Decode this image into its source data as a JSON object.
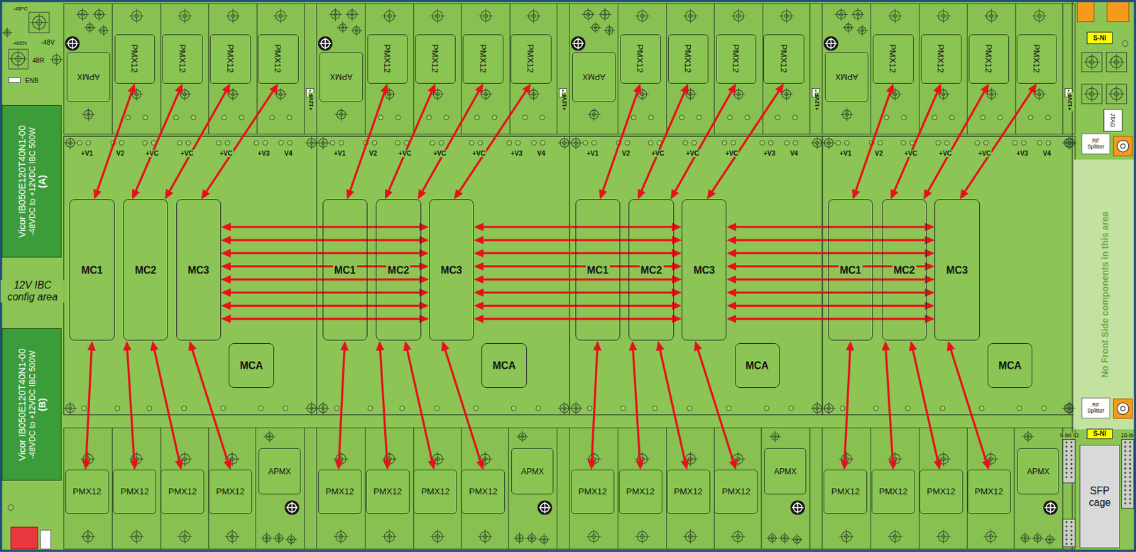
{
  "diagram": {
    "nodes": [
      {
        "text": [
          "APMX"
        ]
      },
      {
        "text": [
          "PMX12"
        ]
      },
      {
        "text": [
          "PMX12"
        ]
      },
      {
        "text": [
          "PMX12"
        ]
      },
      {
        "text": [
          "PMX12"
        ]
      },
      {
        "text": [
          "APMX"
        ]
      },
      {
        "text": [
          "PMX12"
        ]
      },
      {
        "text": [
          "PMX12"
        ]
      },
      {
        "text": [
          "PMX12"
        ]
      },
      {
        "text": [
          "PMX12"
        ]
      },
      {
        "text": [
          "APMX"
        ]
      },
      {
        "text": [
          "PMX12"
        ]
      },
      {
        "text": [
          "PMX12"
        ]
      },
      {
        "text": [
          "PMX12"
        ]
      },
      {
        "text": [
          "PMX12"
        ]
      },
      {
        "text": [
          "APMX"
        ]
      },
      {
        "text": [
          "PMX12"
        ]
      },
      {
        "text": [
          "PMX12"
        ]
      },
      {
        "text": [
          "PMX12"
        ]
      },
      {
        "text": [
          "PMX12"
        ]
      },
      {
        "text": [
          "MC1"
        ]
      },
      {
        "text": [
          "MC2"
        ]
      },
      {
        "text": [
          "MC3"
        ]
      },
      {
        "text": [
          "MCA"
        ]
      },
      {
        "text": [
          "MC1"
        ]
      },
      {
        "text": [
          "MC2"
        ]
      },
      {
        "text": [
          "MC3"
        ]
      },
      {
        "text": [
          "MCA"
        ]
      },
      {
        "text": [
          "MC1"
        ]
      },
      {
        "text": [
          "MC2"
        ]
      },
      {
        "text": [
          "MC3"
        ]
      },
      {
        "text": [
          "MCA"
        ]
      },
      {
        "text": [
          "MC1"
        ]
      },
      {
        "text": [
          "MC2"
        ]
      },
      {
        "text": [
          "MC3"
        ]
      },
      {
        "text": [
          "MCA"
        ]
      },
      {
        "text": [
          "PMX12"
        ]
      },
      {
        "text": [
          "PMX12"
        ]
      },
      {
        "text": [
          "PMX12"
        ]
      },
      {
        "text": [
          "PMX12"
        ]
      },
      {
        "text": [
          "APMX"
        ]
      },
      {
        "text": [
          "PMX12"
        ]
      },
      {
        "text": [
          "PMX12"
        ]
      },
      {
        "text": [
          "PMX12"
        ]
      },
      {
        "text": [
          "PMX12"
        ]
      },
      {
        "text": [
          "APMX"
        ]
      },
      {
        "text": [
          "PMX12"
        ]
      },
      {
        "text": [
          "PMX12"
        ]
      },
      {
        "text": [
          "PMX12"
        ]
      },
      {
        "text": [
          "PMX12"
        ]
      },
      {
        "text": [
          "APMX"
        ]
      },
      {
        "text": [
          "PMX12"
        ]
      },
      {
        "text": [
          "PMX12"
        ]
      },
      {
        "text": [
          "PMX12"
        ]
      },
      {
        "text": [
          "PMX12"
        ]
      },
      {
        "text": [
          "APMX"
        ]
      },
      {
        "text": [
          "Vicor IB050E120T40N1-00",
          "-48VDC to +12VDC IBC 500W",
          "(A)"
        ]
      },
      {
        "text": [
          "Vicor IB050E120T40N1-00",
          "-48VDC to +12VDC IBC 500W",
          "(B)"
        ]
      },
      {
        "text": [
          "S-NI"
        ]
      },
      {
        "text": [
          "JTAG"
        ]
      },
      {
        "text": [
          "RF Splitter"
        ]
      },
      {
        "text": [
          "No Front Side components in this area"
        ]
      },
      {
        "text": [
          "RF Splitter"
        ]
      },
      {
        "text": [
          "S-NI"
        ]
      },
      {
        "text": [
          "SFP cage"
        ]
      }
    ],
    "edges": [
      {
        "from": 1,
        "to": 20,
        "arrow": "both"
      },
      {
        "from": 2,
        "to": 21,
        "arrow": "both"
      },
      {
        "from": 3,
        "to": 21,
        "arrow": "both"
      },
      {
        "from": 4,
        "to": 22,
        "arrow": "both"
      },
      {
        "from": 6,
        "to": 24,
        "arrow": "both"
      },
      {
        "from": 7,
        "to": 25,
        "arrow": "both"
      },
      {
        "from": 8,
        "to": 25,
        "arrow": "both"
      },
      {
        "from": 9,
        "to": 26,
        "arrow": "both"
      },
      {
        "from": 11,
        "to": 28,
        "arrow": "both"
      },
      {
        "from": 12,
        "to": 29,
        "arrow": "both"
      },
      {
        "from": 13,
        "to": 29,
        "arrow": "both"
      },
      {
        "from": 14,
        "to": 30,
        "arrow": "both"
      },
      {
        "from": 16,
        "to": 32,
        "arrow": "both"
      },
      {
        "from": 17,
        "to": 33,
        "arrow": "both"
      },
      {
        "from": 18,
        "to": 33,
        "arrow": "both"
      },
      {
        "from": 19,
        "to": 34,
        "arrow": "both"
      },
      {
        "from": 20,
        "to": 36,
        "arrow": "both"
      },
      {
        "from": 21,
        "to": 37,
        "arrow": "both"
      },
      {
        "from": 21,
        "to": 38,
        "arrow": "both"
      },
      {
        "from": 22,
        "to": 39,
        "arrow": "both"
      },
      {
        "from": 24,
        "to": 41,
        "arrow": "both"
      },
      {
        "from": 25,
        "to": 42,
        "arrow": "both"
      },
      {
        "from": 25,
        "to": 43,
        "arrow": "both"
      },
      {
        "from": 26,
        "to": 44,
        "arrow": "both"
      },
      {
        "from": 28,
        "to": 46,
        "arrow": "both"
      },
      {
        "from": 29,
        "to": 47,
        "arrow": "both"
      },
      {
        "from": 29,
        "to": 48,
        "arrow": "both"
      },
      {
        "from": 30,
        "to": 49,
        "arrow": "both"
      },
      {
        "from": 32,
        "to": 51,
        "arrow": "both"
      },
      {
        "from": 33,
        "to": 52,
        "arrow": "both"
      },
      {
        "from": 33,
        "to": 53,
        "arrow": "both"
      },
      {
        "from": 34,
        "to": 54,
        "arrow": "both"
      },
      {
        "from": 22,
        "to": 26,
        "arrow": "both"
      },
      {
        "from": 22,
        "to": 26,
        "arrow": "both"
      },
      {
        "from": 22,
        "to": 26,
        "arrow": "both"
      },
      {
        "from": 22,
        "to": 26,
        "arrow": "both"
      },
      {
        "from": 22,
        "to": 26,
        "arrow": "both"
      },
      {
        "from": 22,
        "to": 26,
        "arrow": "both"
      },
      {
        "from": 22,
        "to": 26,
        "arrow": "both"
      },
      {
        "from": 22,
        "to": 26,
        "arrow": "both"
      },
      {
        "from": 26,
        "to": 30,
        "arrow": "both"
      },
      {
        "from": 26,
        "to": 30,
        "arrow": "both"
      },
      {
        "from": 26,
        "to": 30,
        "arrow": "both"
      },
      {
        "from": 26,
        "to": 30,
        "arrow": "both"
      },
      {
        "from": 26,
        "to": 30,
        "arrow": "both"
      },
      {
        "from": 26,
        "to": 30,
        "arrow": "both"
      },
      {
        "from": 26,
        "to": 30,
        "arrow": "both"
      },
      {
        "from": 26,
        "to": 30,
        "arrow": "both"
      },
      {
        "from": 30,
        "to": 34,
        "arrow": "both"
      },
      {
        "from": 30,
        "to": 34,
        "arrow": "both"
      },
      {
        "from": 30,
        "to": 34,
        "arrow": "both"
      },
      {
        "from": 30,
        "to": 34,
        "arrow": "both"
      },
      {
        "from": 30,
        "to": 34,
        "arrow": "both"
      },
      {
        "from": 30,
        "to": 34,
        "arrow": "both"
      },
      {
        "from": 30,
        "to": 34,
        "arrow": "both"
      },
      {
        "from": 30,
        "to": 34,
        "arrow": "both"
      }
    ],
    "labels": [
      "-48PC",
      "-48V",
      "-48EN",
      "48R",
      "ENB",
      "+V1",
      "V2",
      "+VC",
      "+VC",
      "+VC",
      "+V3",
      "V4",
      "+V1",
      "V2",
      "+VC",
      "+VC",
      "+VC",
      "+V3",
      "V4",
      "+V1",
      "V2",
      "+VC",
      "+VC",
      "+VC",
      "+V3",
      "V4",
      "+V1",
      "V2",
      "+VC",
      "+VC",
      "+VC",
      "+V3",
      "V4",
      "+12VF",
      "+12VF",
      "+12VF",
      "+12VF",
      "12V IBC config area",
      "8-bit ID",
      "16-bi"
    ]
  }
}
